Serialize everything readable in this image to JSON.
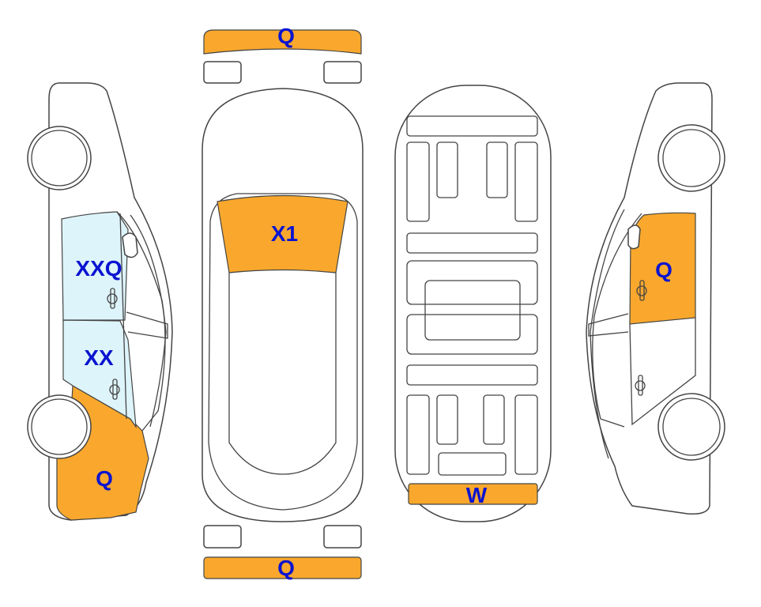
{
  "colors": {
    "damage": "#F9A82D",
    "marked": "#DDF4FA",
    "label": "#0A14D0",
    "outline": "#444444"
  },
  "views": {
    "left_side": {
      "panels": [
        {
          "label": "XXQ"
        },
        {
          "label": "XX"
        },
        {
          "label": "Q"
        }
      ]
    },
    "top": {
      "front_bumper": {
        "label": "Q"
      },
      "windshield": {
        "label": "X1"
      },
      "rear_bumper": {
        "label": "Q"
      }
    },
    "underbody": {
      "rear": {
        "label": "W"
      }
    },
    "right_side": {
      "panels": [
        {
          "label": "Q"
        }
      ]
    }
  }
}
